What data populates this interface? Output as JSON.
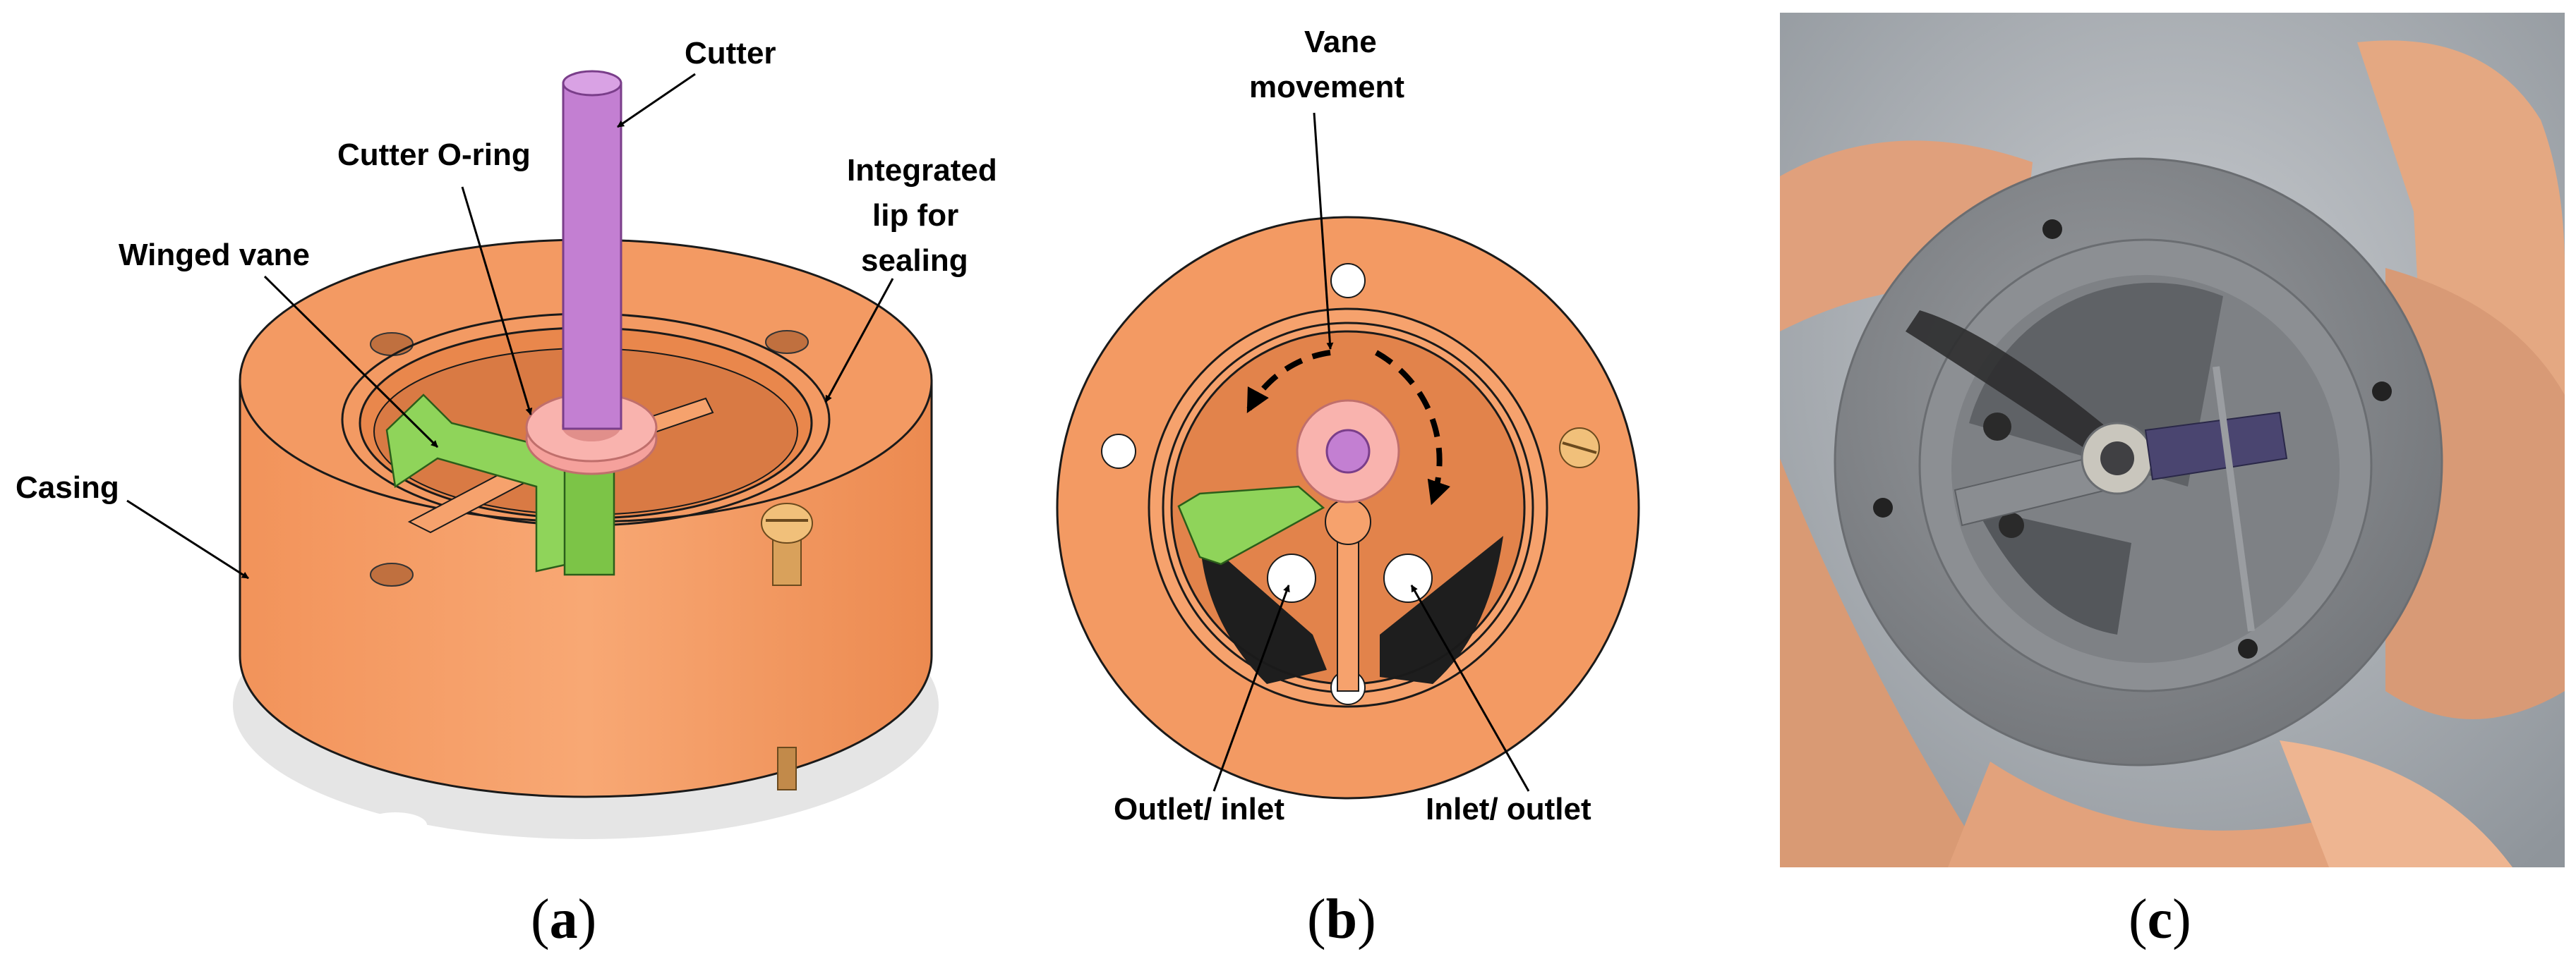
{
  "panels": {
    "a": {
      "caption": {
        "open": "(",
        "letter": "a",
        "close": ")"
      },
      "labels": {
        "cutter": "Cutter",
        "cutter_oring": "Cutter O-ring",
        "integrated_lip_1": "Integrated",
        "integrated_lip_2": "lip for",
        "integrated_lip_3": "sealing",
        "winged_vane": "Winged vane",
        "casing": "Casing"
      }
    },
    "b": {
      "caption": {
        "open": "(",
        "letter": "b",
        "close": ")"
      },
      "labels": {
        "vane_movement_1": "Vane",
        "vane_movement_2": "movement",
        "outlet_inlet": "Outlet/ inlet",
        "inlet_outlet": "Inlet/ outlet"
      }
    },
    "c": {
      "caption": {
        "open": "(",
        "letter": "c",
        "close": ")"
      }
    }
  },
  "colors": {
    "casing": "#f39a63",
    "casing_dark": "#d9773d",
    "cutter": "#c37fd2",
    "oring": "#f7a7a3",
    "vane": "#8fd45a",
    "photo_bg": "#b9bdc2",
    "photo_part": "#8a8d91",
    "skin": "#e4a882"
  }
}
